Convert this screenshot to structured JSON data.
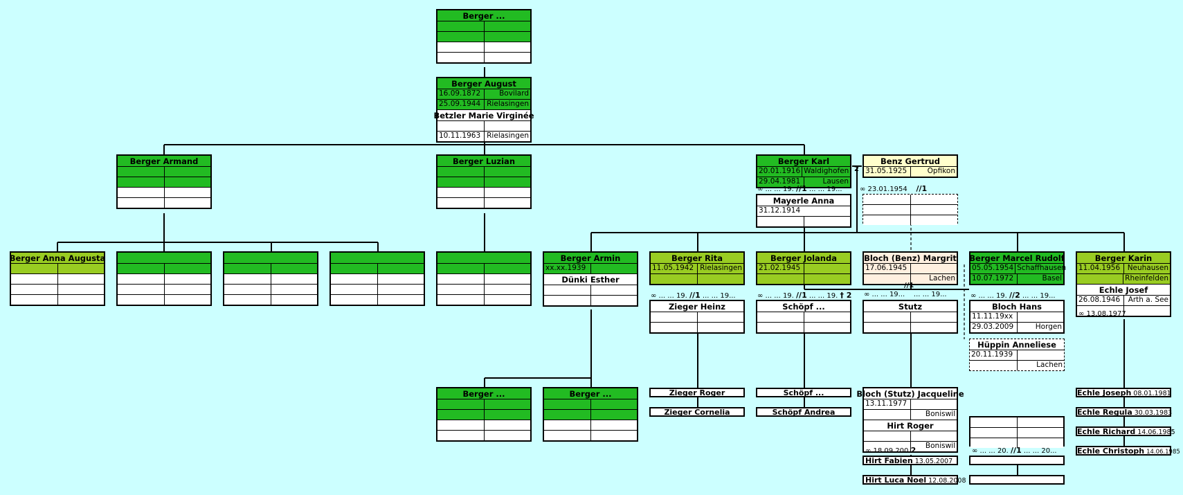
{
  "colors": {
    "background": "#ccffff",
    "person_green": "#22bb22",
    "person_lightgreen": "#99cc22",
    "spouse_yellow": "#ffffcc"
  },
  "root": {
    "name": "Berger ..."
  },
  "august": {
    "name": "Berger August",
    "birth_date": "16.09.1872",
    "birth_place": "Bovilard",
    "death_date": "25.09.1944",
    "death_place": "Rielasingen",
    "spouse": "Betzler Marie Virginée",
    "spouse_death_date": "10.11.1963",
    "spouse_death_place": "Rielasingen"
  },
  "armand": {
    "name": "Berger Armand"
  },
  "luzian": {
    "name": "Berger Luzian"
  },
  "karl": {
    "name": "Berger Karl",
    "birth_date": "20.01.1916",
    "birth_place": "Waldighofen",
    "death_date": "29.04.1981",
    "death_place": "Lausen",
    "marriage_index": "2"
  },
  "karl_m1": {
    "text": "∞ ... ... 19.",
    "div": "//1",
    "text2": "... ... 19..."
  },
  "mayerle": {
    "name": "Mayerle Anna",
    "date": "31.12.1914"
  },
  "benz": {
    "name": "Benz Gertrud",
    "birth_date": "31.05.1925",
    "birth_place": "Opfikon",
    "marriage": "∞ 23.01.1954",
    "div": "//1"
  },
  "armand_children": [
    {
      "name": "Berger Anna Augusta"
    }
  ],
  "armin": {
    "name": "Berger Armin",
    "date": "xx.xx.1939",
    "spouse": "Dünki Esther"
  },
  "rita": {
    "name": "Berger Rita",
    "birth_date": "11.05.1942",
    "birth_place": "Rielasingen",
    "m_text": "∞ ... ... 19.",
    "m_div": "//1",
    "m_text2": "... ... 19...",
    "spouse": "Zieger Heinz"
  },
  "jolanda": {
    "name": "Berger Jolanda",
    "birth_date": "21.02.1945",
    "m_text": "∞ ... ... 19.",
    "m_div": "//1",
    "m_text2": "... ... 19.",
    "m_death": "† 2",
    "spouse": "Schöpf ..."
  },
  "margrit": {
    "name": "Bloch (Benz) Margrit",
    "birth_date": "17.06.1945",
    "birth_place": "Lachen",
    "div": "//1",
    "m_text": "∞ ... ... 19...",
    "m_text2": "... ... 19...",
    "spouse": "Stutz"
  },
  "marcel": {
    "name": "Berger Marcel Rudolf",
    "birth_date": "05.05.1954",
    "birth_place": "Schaffhausen",
    "d2": "10.07.1972",
    "p2": "Basel",
    "m_text": "∞ ... ... 19.",
    "m_div": "//2",
    "m_text2": "... ... 19...",
    "spouse": "Bloch Hans",
    "spouse_birth": "11.11.19xx",
    "spouse_death": "29.03.2009",
    "spouse_death_place": "Horgen"
  },
  "hueppin": {
    "name": "Hüppin Anneliese",
    "date": "20.11.1939",
    "place": "Lachen"
  },
  "karin": {
    "name": "Berger Karin",
    "birth_date": "11.04.1956",
    "birth_place": "Neuhausen",
    "place2": "Rheinfelden",
    "spouse": "Echle Josef",
    "spouse_date": "26.08.1946",
    "spouse_place": "Arth a. See",
    "marriage": "∞ 13.08.1977"
  },
  "armin_children": [
    {
      "name": "Berger ..."
    },
    {
      "name": "Berger ..."
    }
  ],
  "rita_children": [
    {
      "name": "Zieger Roger"
    },
    {
      "name": "Zieger Cornelia"
    }
  ],
  "jolanda_children": [
    {
      "name": "Schöpf ..."
    },
    {
      "name": "Schöpf Andrea"
    }
  ],
  "jacqueline": {
    "name": "Bloch (Stutz) Jacqueline",
    "date": "13.11.1977",
    "place": "Boniswil",
    "spouse": "Hirt Roger",
    "spouse_place": "Boniswil",
    "marriage": "∞ 18.09.200",
    "m_index": "2",
    "m2_text": "∞ ... ... 20.",
    "m2_div": "//1",
    "m2_text2": "... ... 20..."
  },
  "jacqueline_children": [
    {
      "name": "Hirt Fabien",
      "date": "13.05.2007"
    },
    {
      "name": "Hirt Luca Noel",
      "date": "12.08.2008"
    }
  ],
  "karin_children": [
    {
      "name": "Echle Joseph",
      "date": "08.01.1981"
    },
    {
      "name": "Echle Regula",
      "date": "30.03.1983"
    },
    {
      "name": "Echle Richard",
      "date": "14.06.1985"
    },
    {
      "name": "Echle Christoph",
      "date": "14.06.1985"
    }
  ]
}
